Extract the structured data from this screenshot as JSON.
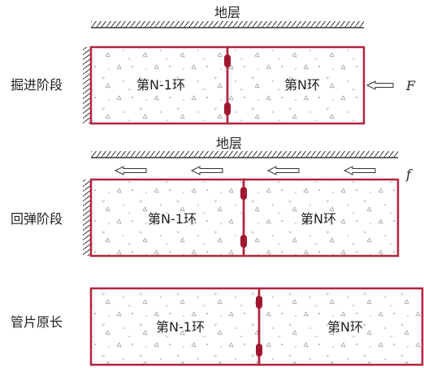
{
  "stages": [
    {
      "label": "掘进阶段",
      "ground_label": "地层",
      "ring_left": "第N-1环",
      "ring_right": "第N环",
      "force_label": "F"
    },
    {
      "label": "回弹阶段",
      "ground_label": "地层",
      "ring_left": "第N-1环",
      "ring_right": "第N环",
      "force_label": "f"
    },
    {
      "label": "管片原长",
      "ring_left": "第N-1环",
      "ring_right": "第N环"
    }
  ],
  "colors": {
    "segment_border": "#b3243f",
    "joint": "#a01830",
    "hatch": "#333333",
    "text": "#222222"
  }
}
